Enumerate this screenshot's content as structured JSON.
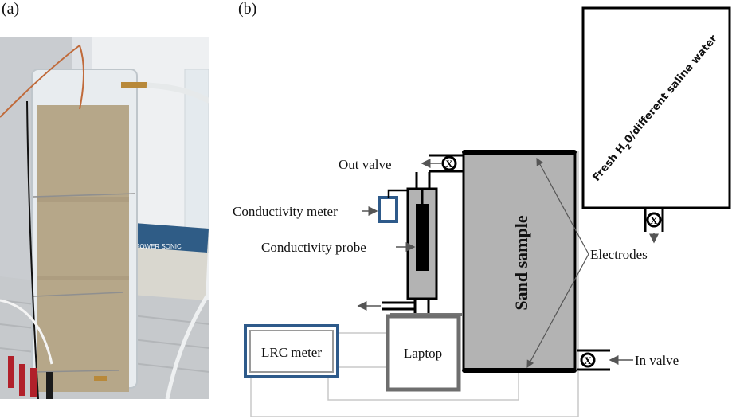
{
  "figure": {
    "panel_a_label": "(a)",
    "panel_b_label": "(b)"
  },
  "photo": {
    "description": "Sand-filled transparent column with electrodes and tubing",
    "colors": {
      "sand": "#b7a88b",
      "background": "#e7e9ec",
      "battery": "#2f5c86"
    }
  },
  "diagram": {
    "reservoir_label_main": "Fresh H",
    "reservoir_label_sub": "2",
    "reservoir_label_rest": "0/different saline water",
    "sand_sample_label": "Sand sample",
    "electrodes_label": "Electrodes",
    "out_valve_label": "Out valve",
    "in_valve_label": "In valve",
    "conductivity_meter_label": "Conductivity meter",
    "conductivity_probe_label": "Conductivity probe",
    "lrc_meter_label": "LRC meter",
    "laptop_label": "Laptop",
    "valve_symbol": "X",
    "colors": {
      "sand_fill": "#b3b3b3",
      "meter_border": "#2e5a8a",
      "laptop_border": "#6e6e6e",
      "wire": "#c8c8c8",
      "arrow": "#555555"
    }
  }
}
